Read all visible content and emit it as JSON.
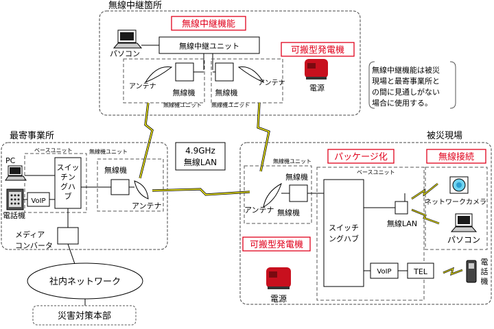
{
  "relay_site": {
    "title": "無線中継箇所",
    "function_label": "無線中継機能",
    "relay_unit": "無線中継ユニット",
    "pc_label": "パソコン",
    "antenna_left": "アンテナ",
    "antenna_right": "アンテナ",
    "radio_left": "無線機",
    "radio_right": "無線機",
    "unit_left": "無線機ユニット",
    "unit_right": "無線機ユニット",
    "generator_label": "可搬型発電機",
    "power_label": "電源"
  },
  "note": {
    "line1": "無線中継機能は被災",
    "line2": "現場と最寄事業所と",
    "line3": "の間に見通しがない",
    "line4": "場合に使用する。"
  },
  "nearest_office": {
    "title": "最寄事業所",
    "pc": "PC",
    "base_unit": "ベースユニット",
    "radio_unit": "無線機ユニット",
    "switch_line1": "スイッ",
    "switch_line2": "チン",
    "switch_line3": "グハ",
    "switch_line4": "ブ",
    "voip": "VoIP",
    "phone": "電話機",
    "radio": "無線機",
    "antenna": "アンテナ",
    "media_line1": "メディア",
    "media_line2": "コンバータ",
    "network": "社内ネットワーク",
    "hq": "災害対策本部"
  },
  "link": {
    "line1": "4.9GHz",
    "line2": "無線LAN"
  },
  "disaster_site": {
    "title": "被災現場",
    "radio_unit": "無線機ユニット",
    "package_label": "パッケージ化",
    "wireless_label": "無線接続",
    "base_unit": "ベースユニット",
    "radio_top": "無線機",
    "radio_bottom": "無線機",
    "antenna": "アンテナ",
    "switch_line1": "スイッチ",
    "switch_line2": "ングハブ",
    "wireless_lan": "無線LAN",
    "camera": "ネットワークカメラ",
    "pc": "パソコン",
    "voip": "VoIP",
    "tel": "TEL",
    "phone_line1": "電",
    "phone_line2": "話",
    "phone_line3": "機",
    "generator_label": "可搬型発電機",
    "power_label": "電源"
  }
}
